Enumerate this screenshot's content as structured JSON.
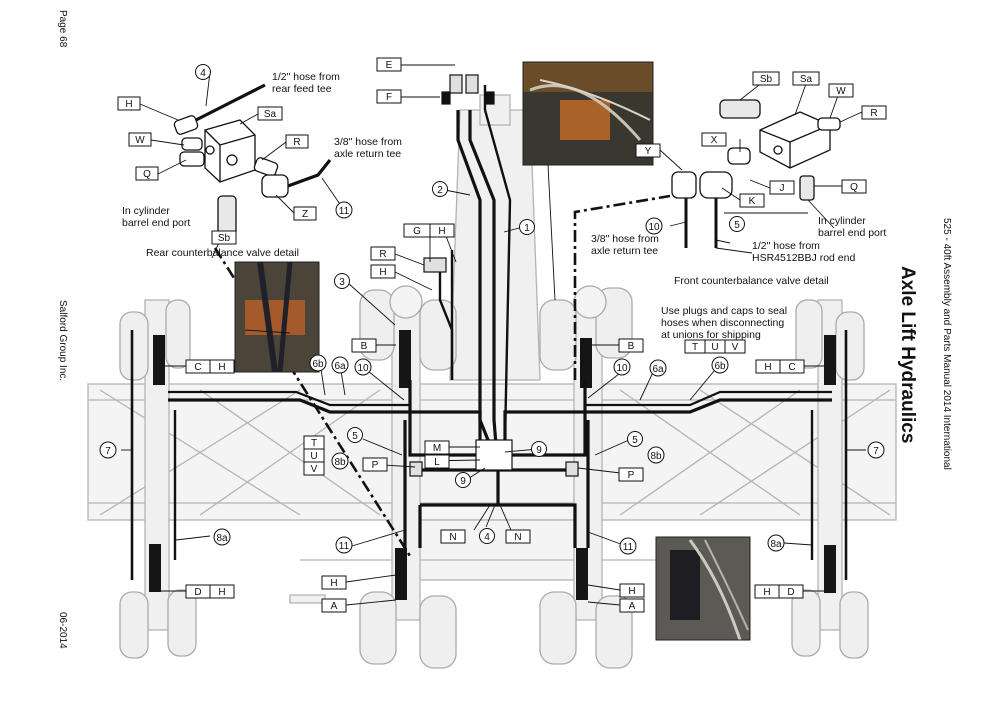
{
  "margin_left": {
    "page": "Page 68",
    "company": "Salford Group Inc.",
    "date": "06-2014"
  },
  "margin_right": {
    "manual": "525 - 40ft Assembly and Parts Manual 2014 International",
    "title": "Axle Lift Hydraulics"
  },
  "notes": {
    "rear_feed_1": "1/2\" hose from",
    "rear_feed_2": "rear feed tee",
    "axle_return_1": "3/8\" hose from",
    "axle_return_2": "axle return tee",
    "in_cyl_1": "In cylinder",
    "in_cyl_2": "barrel end port",
    "rear_detail": "Rear counterbalance valve detail",
    "front_return_1": "3/8\" hose from",
    "front_return_2": "axle return tee",
    "front_rod_1": "1/2\" hose from",
    "front_rod_2": "HSR4512BBJ rod end",
    "front_cyl_1": "In cylinder",
    "front_cyl_2": "barrel end port",
    "front_detail": "Front counterbalance valve detail",
    "plugs_1": "Use plugs and caps to seal",
    "plugs_2": "hoses when disconnecting",
    "plugs_3": "at unions for shipping"
  },
  "box_labels": {
    "E": "E",
    "F": "F",
    "G": "G",
    "H": "H",
    "R": "R",
    "W": "W",
    "Q": "Q",
    "Z": "Z",
    "Sa": "Sa",
    "Sb": "Sb",
    "X": "X",
    "Y": "Y",
    "J": "J",
    "K": "K",
    "B": "B",
    "C": "C",
    "D": "D",
    "A": "A",
    "M": "M",
    "L": "L",
    "P": "P",
    "N": "N",
    "T": "T",
    "U": "U",
    "V": "V"
  },
  "callouts": {
    "n1": "1",
    "n2": "2",
    "n3": "3",
    "n4": "4",
    "n5": "5",
    "n7": "7",
    "n9": "9",
    "n10": "10",
    "n11": "11",
    "n6a": "6a",
    "n6b": "6b",
    "n8a": "8a",
    "n8b": "8b"
  },
  "colors": {
    "line": "#111111",
    "frame": "#b4b4b4",
    "frame_fill": "#ececec",
    "photo_dark": "#3a3630",
    "photo_orange": "#a8622a"
  }
}
